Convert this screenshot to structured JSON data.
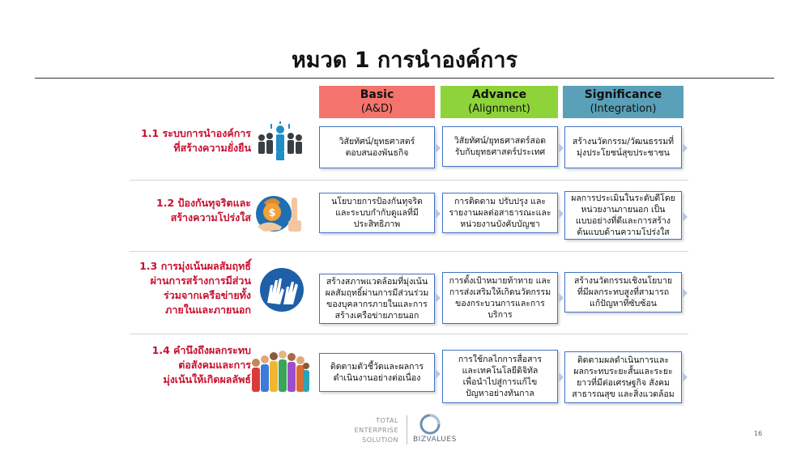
{
  "title": "หมวด 1 การนำองค์การ",
  "columns": [
    {
      "name": "Basic",
      "sub": "(A&D)",
      "color": "#f4736d"
    },
    {
      "name": "Advance",
      "sub": "(Alignment)",
      "color": "#8ed33a"
    },
    {
      "name": "Significance",
      "sub": "(Integration)",
      "color": "#5aa0b9"
    }
  ],
  "rows": [
    {
      "label": "1.1 ระบบการนำองค์การ\nที่สร้างความยั่งยืน",
      "icon": "people-leader-icon",
      "cells": [
        "วิสัยทัศน์/ยุทธศาสตร์\nตอบสนองพันธกิจ",
        "วิสัยทัศน์/ยุทธศาสตร์สอด\nรับกับยุทธศาสตร์ประเทศ",
        "สร้างนวัตกรรม/วัฒนธรรมที่\nมุ่งประโยชน์สุขประชาชน"
      ]
    },
    {
      "label": "1.2 ป้องกันทุจริตและ\nสร้างความโปร่งใส",
      "icon": "money-refuse-icon",
      "cells": [
        "นโยบายการป้องกันทุจริต\nและระบบกำกับดูแลที่มี\nประสิทธิภาพ",
        "การติดตาม ปรับปรุง และ\nรายงานผลต่อสาธารณะและ\nหน่วยงานบังคับบัญชา",
        "ผลการประเมินในระดับดีโดย\nหน่วยงานภายนอก เป็น\nแบบอย่างที่ดีและการสร้าง\nต้นแบบด้านความโปร่งใส"
      ]
    },
    {
      "label": "1.3 การมุ่งเน้นผลสัมฤทธิ์\nผ่านการสร้างการมีส่วน\nร่วมจากเครือข่ายทั้ง\nภายในและภายนอก",
      "icon": "raised-hands-icon",
      "cells": [
        "สร้างสภาพแวดล้อมที่มุ่งเน้น\nผลสัมฤทธิ์ผ่านการมีส่วนร่วม\nของบุคลากรภายในและการ\nสร้างเครือข่ายภายนอก",
        "การตั้งเป้าหมายท้าทาย และ\nการส่งเสริมให้เกิดนวัตกรรม\nของกระบวนการและการ\nบริการ",
        "สร้างนวัตกรรมเชิงนโยบาย\nที่มีผลกระทบสูงที่สามารถ\nแก้ปัญหาที่ซับซ้อน"
      ]
    },
    {
      "label": "1.4 คำนึงถึงผลกระทบ\nต่อสังคมและการ\nมุ่งเน้นให้เกิดผลลัพธ์",
      "icon": "crowd-icon",
      "cells": [
        "ติดตามตัวชี้วัดและผลการ\nดำเนินงานอย่างต่อเนื่อง",
        "การใช้กลไกการสื่อสาร\nและเทคโนโลยีดิจิทัล\nเพื่อนำไปสู่การแก้ไข\nปัญหาอย่างทันกาล",
        "ติดตามผลดำเนินการและ\nผลกระทบระยะสั้นและระยะ\nยาวที่มีต่อเศรษฐกิจ สังคม\nสาธารณสุข และสิ่งแวดล้อม"
      ]
    }
  ],
  "footer": {
    "tagline_1": "TOTAL",
    "tagline_2": "ENTERPRISE",
    "tagline_3": "SOLUTION",
    "brand": "BIZVALUES"
  },
  "page_number": "16"
}
